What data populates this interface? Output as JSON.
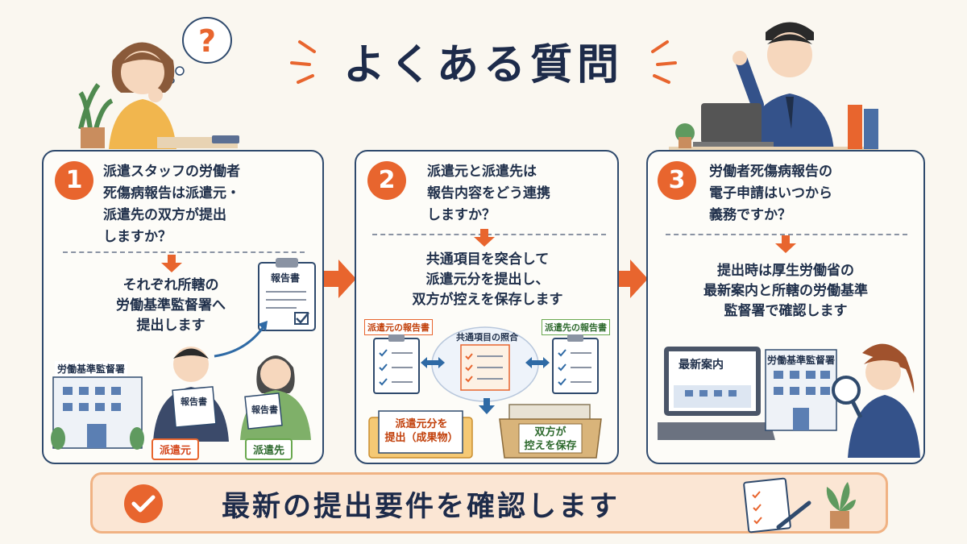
{
  "title": "よくある質問",
  "cards": [
    {
      "number": "1",
      "question": "派遣スタッフの労働者\n死傷病報告は派遣元・\n派遣先の双方が提出\nしますか？",
      "answer": "それぞれ所轄の\n労働基準監督署へ\n提出します",
      "labels": {
        "report_doc": "報告書",
        "office": "労働基準監督署",
        "man_doc": "報告書",
        "woman_doc": "報告書",
        "dispatcher": "派遣元",
        "client": "派遣先"
      }
    },
    {
      "number": "2",
      "question": "派遣元と派遣先は\n報告内容をどう連携\nしますか？",
      "answer": "共通項目を突合して\n派遣元分を提出し、\n双方が控えを保存します",
      "labels": {
        "dispatcher_report": "派遣元の報告書",
        "common_check": "共通項目の照合",
        "client_report": "派遣先の報告書",
        "submit_box": "派遣元分を\n提出（成果物）",
        "keep_box": "双方が\n控えを保存"
      }
    },
    {
      "number": "3",
      "question": "労働者死傷病報告の\n電子申請はいつから\n義務ですか？",
      "answer": "提出時は厚生労働省の\n最新案内と所轄の労働基準\n監督署で確認します",
      "labels": {
        "laptop": "最新案内",
        "office": "労働基準監督署"
      }
    }
  ],
  "bottom": {
    "text": "最新の提出要件を確認します"
  },
  "colors": {
    "accent": "#e8652e",
    "navy": "#2f4a6d",
    "banner": "#fbe6d4"
  }
}
